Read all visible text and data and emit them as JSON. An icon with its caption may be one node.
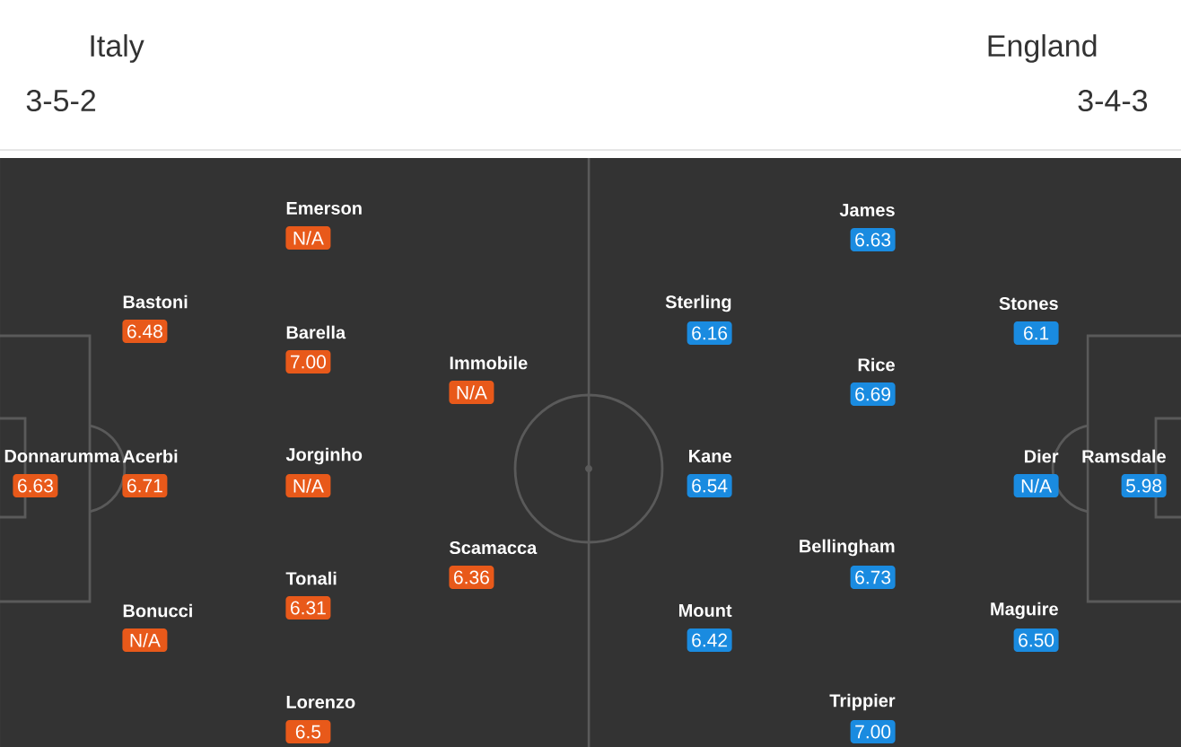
{
  "diagram": {
    "nodes": [
      {
        "text": [
          "Donnarumma",
          "6.63"
        ]
      },
      {
        "text": [
          "Bastoni",
          "6.48"
        ]
      },
      {
        "text": [
          "Acerbi",
          "6.71"
        ]
      },
      {
        "text": [
          "Bonucci",
          "N/A"
        ]
      },
      {
        "text": [
          "Emerson",
          "N/A"
        ]
      },
      {
        "text": [
          "Barella",
          "7.00"
        ]
      },
      {
        "text": [
          "Jorginho",
          "N/A"
        ]
      },
      {
        "text": [
          "Tonali",
          "6.31"
        ]
      },
      {
        "text": [
          "Lorenzo",
          "6.5"
        ]
      },
      {
        "text": [
          "Immobile",
          "N/A"
        ]
      },
      {
        "text": [
          "Scamacca",
          "6.36"
        ]
      },
      {
        "text": [
          "Sterling",
          "6.16"
        ]
      },
      {
        "text": [
          "Kane",
          "6.54"
        ]
      },
      {
        "text": [
          "Mount",
          "6.42"
        ]
      },
      {
        "text": [
          "James",
          "6.63"
        ]
      },
      {
        "text": [
          "Rice",
          "6.69"
        ]
      },
      {
        "text": [
          "Bellingham",
          "6.73"
        ]
      },
      {
        "text": [
          "Trippier",
          "7.00"
        ]
      },
      {
        "text": [
          "Stones",
          "6.1"
        ]
      },
      {
        "text": [
          "Dier",
          "N/A"
        ]
      },
      {
        "text": [
          "Maguire",
          "6.50"
        ]
      },
      {
        "text": [
          "Ramsdale",
          "5.98"
        ]
      }
    ],
    "labels": [
      "Italy",
      "England",
      "3-5-2",
      "3-4-3"
    ]
  }
}
